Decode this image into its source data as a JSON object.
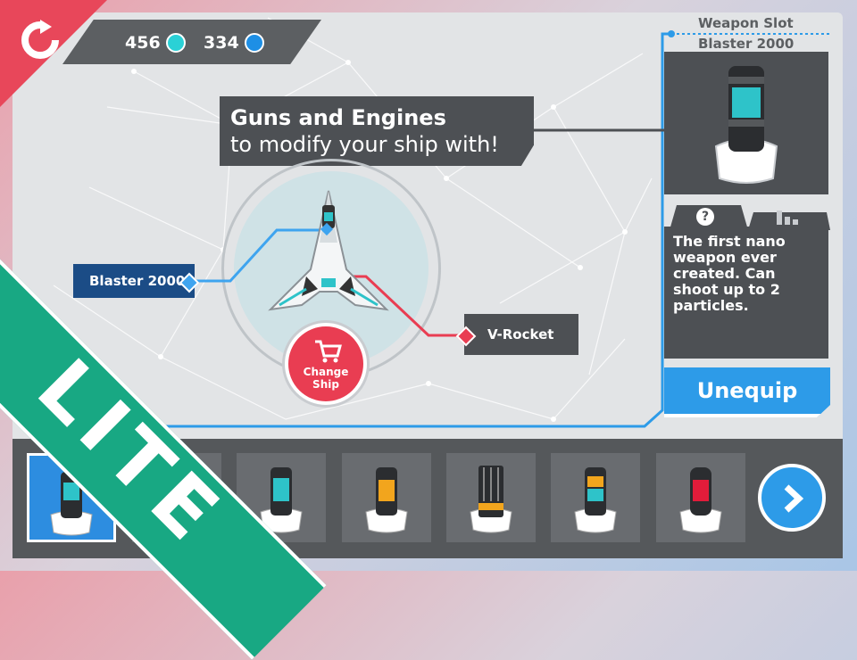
{
  "currency": {
    "gems_cyan": "456",
    "gems_blue": "334",
    "cyan_color": "#2ad1d6",
    "blue_color": "#1e8fe5"
  },
  "callout": {
    "line1": "Guns and Engines",
    "line2": "to modify your ship with!"
  },
  "ship_parts": {
    "weapon_label": "Blaster 2000",
    "engine_label": "V-Rocket"
  },
  "change_ship": {
    "label_line1": "Change",
    "label_line2": "Ship"
  },
  "slot_info": {
    "title": "Weapon Slot",
    "item": "Blaster 2000"
  },
  "description": {
    "text": "The first nano weapon ever created. Can shoot up to 2 particles.",
    "tab_help_icon": "question-icon",
    "tab_stats_icon": "bar-chart-icon"
  },
  "unequip_label": "Unequip",
  "inventory": {
    "items": [
      {
        "name": "blaster-weapon",
        "color": "#3b3b3b",
        "selected": true
      },
      {
        "name": "cyan-weapon",
        "color": "#2ec3c9",
        "selected": false
      },
      {
        "name": "gold-weapon",
        "color": "#f2a51d",
        "selected": false
      },
      {
        "name": "gatling-weapon",
        "color": "#f2a51d",
        "selected": false
      },
      {
        "name": "gold-cyan-weapon",
        "color": "#f2a51d",
        "selected": false
      },
      {
        "name": "red-weapon",
        "color": "#e21c3a",
        "selected": false
      }
    ]
  },
  "lite_label": "LITE",
  "colors": {
    "accent_blue": "#2d9be8",
    "accent_red": "#e93d52",
    "lite_green": "#18a883",
    "dark_panel": "#4d5054"
  }
}
